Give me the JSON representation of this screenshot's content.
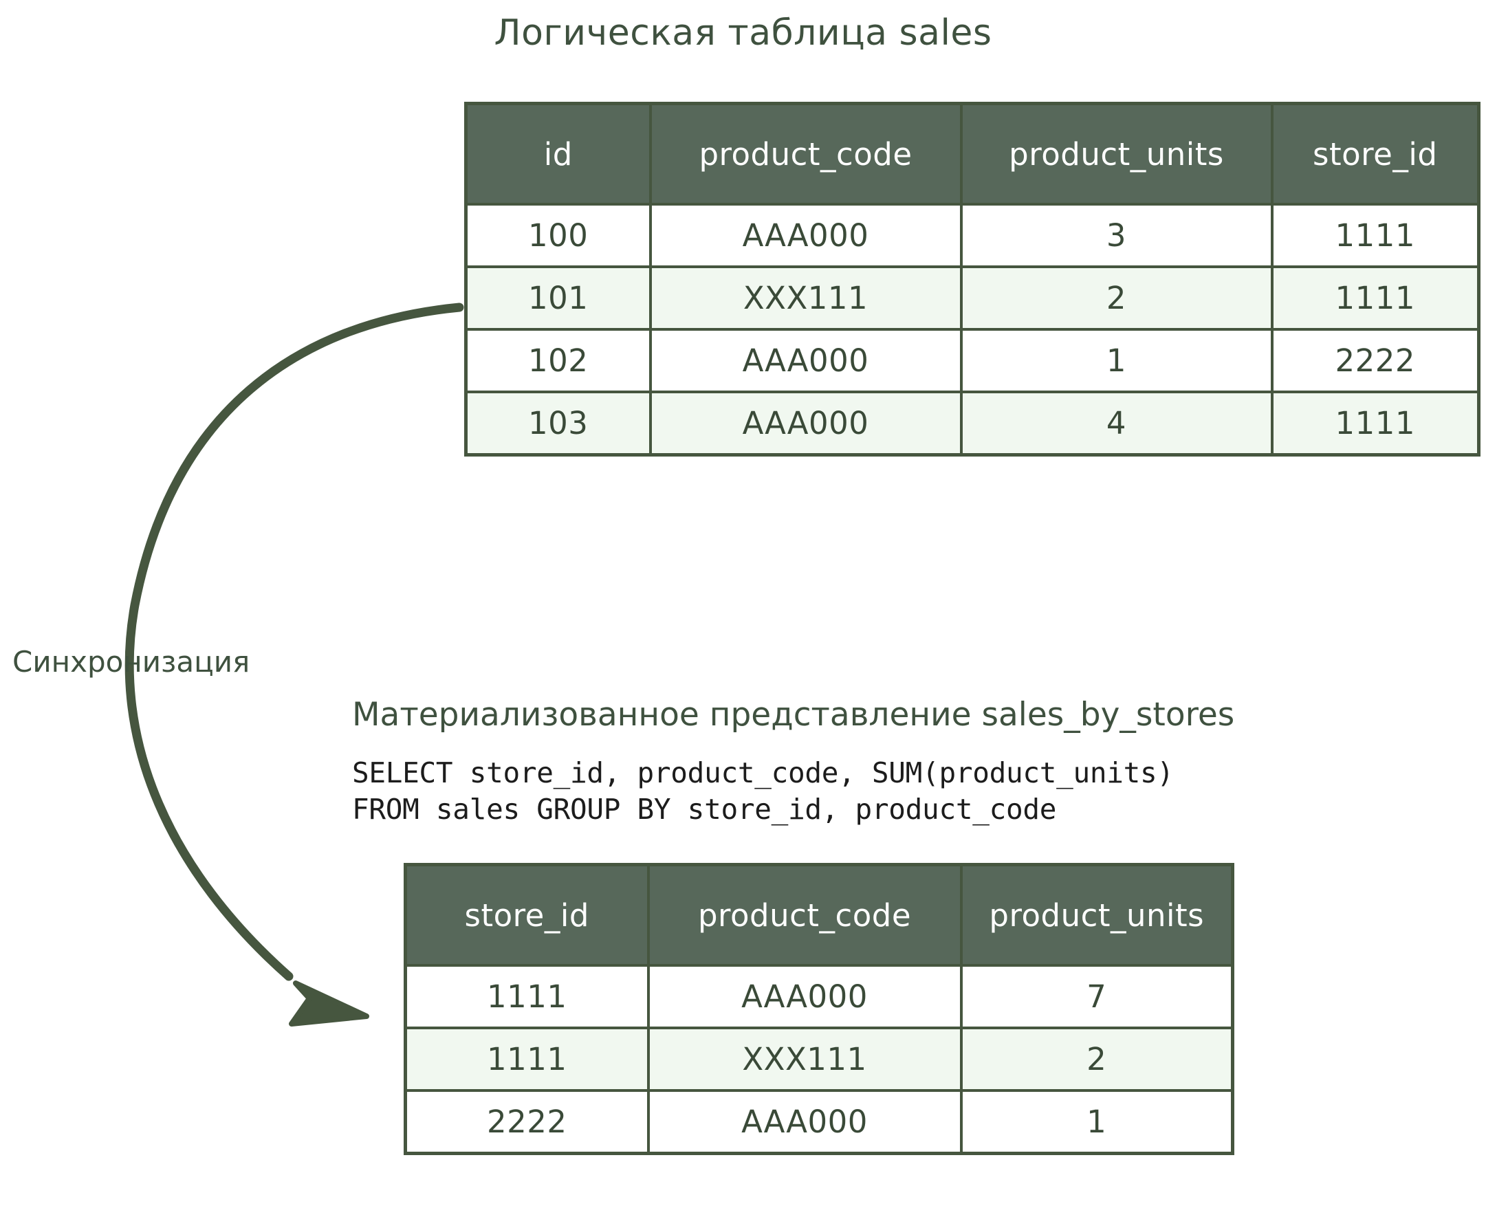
{
  "colors": {
    "header_bg": "#57685a",
    "border": "#46563f",
    "text_green": "#3f513f",
    "cell_text": "#3a4a38",
    "stripe_bg": "#f1f8f0",
    "arrow": "#46563f",
    "sql_text": "#1c1c1c"
  },
  "sales_table": {
    "title": "Логическая таблица sales",
    "columns": [
      "id",
      "product_code",
      "product_units",
      "store_id"
    ],
    "rows": [
      [
        "100",
        "AAA000",
        "3",
        "1111"
      ],
      [
        "101",
        "XXX111",
        "2",
        "1111"
      ],
      [
        "102",
        "AAA000",
        "1",
        "2222"
      ],
      [
        "103",
        "AAA000",
        "4",
        "1111"
      ]
    ]
  },
  "sync": {
    "label": "Синхронизация",
    "arrow_icon": "curved-arrow-icon"
  },
  "materialized_view": {
    "title": "Материализованное представление sales_by_stores",
    "sql_line1": "SELECT store_id, product_code, SUM(product_units)",
    "sql_line2": "FROM sales GROUP BY store_id, product_code",
    "columns": [
      "store_id",
      "product_code",
      "product_units"
    ],
    "rows": [
      [
        "1111",
        "AAA000",
        "7"
      ],
      [
        "1111",
        "XXX111",
        "2"
      ],
      [
        "2222",
        "AAA000",
        "1"
      ]
    ]
  }
}
